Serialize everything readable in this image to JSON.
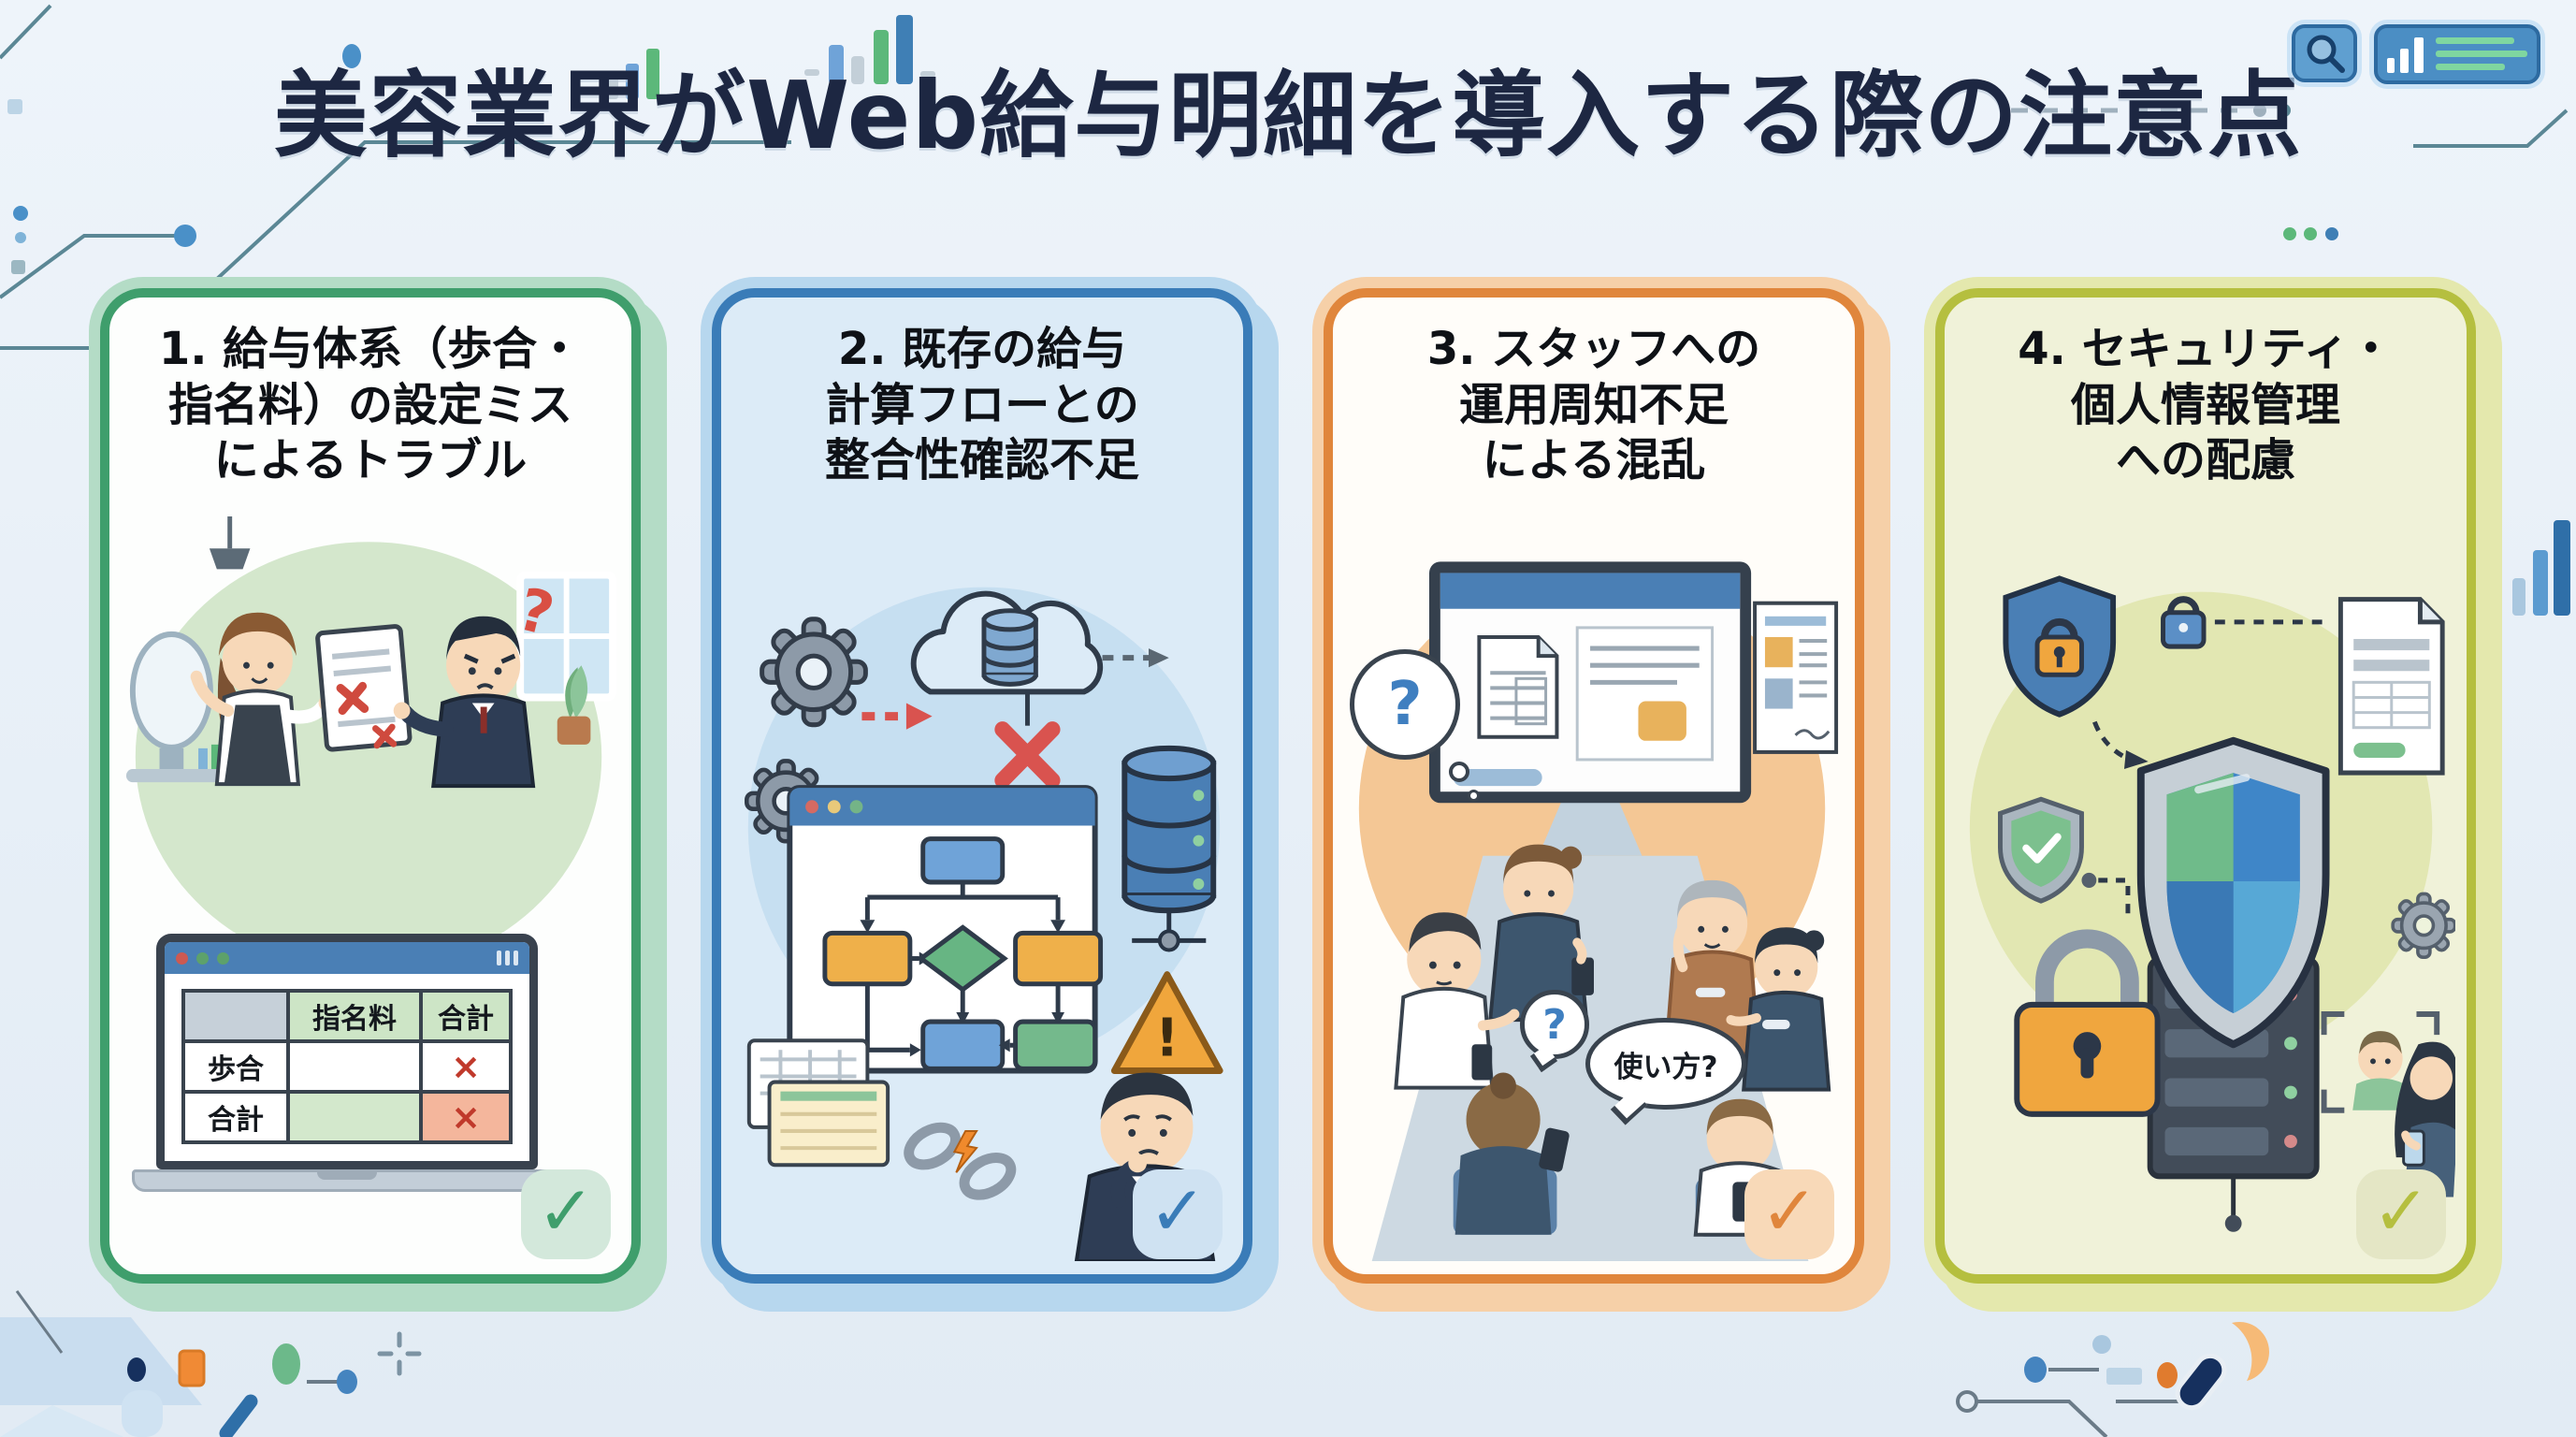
{
  "title": "美容業界がWeb給与明細を導入する際の注意点",
  "topbar": {
    "search_icon": "magnifier",
    "stats_icon": "bar-chart-with-lines"
  },
  "cards": [
    {
      "accent": "#3f9e6c",
      "heading_lines": [
        "1. 給与体系（歩合・",
        "指名料）の設定ミス",
        "によるトラブル"
      ],
      "question_mark": "?",
      "laptop_table": {
        "headers": [
          "",
          "指名料",
          "合計"
        ],
        "row1": {
          "label": "歩合",
          "mark": "×"
        },
        "row2": {
          "label": "合計",
          "mark": "×"
        }
      },
      "check": "✓"
    },
    {
      "accent": "#3a7cb8",
      "heading_lines": [
        "2. 既存の給与",
        "計算フローとの",
        "整合性確認不足"
      ],
      "warning_mark": "!",
      "check": "✓"
    },
    {
      "accent": "#e0863c",
      "heading_lines": [
        "3. スタッフへの",
        "運用周知不足",
        "による混乱"
      ],
      "thought_mark": "?",
      "mini_mark": "?",
      "speech_bubble": "使い方?",
      "check": "✓"
    },
    {
      "accent": "#b5bf3f",
      "heading_lines": [
        "4. セキュリティ・",
        "個人情報管理",
        "への配慮"
      ],
      "check": "✓"
    }
  ]
}
